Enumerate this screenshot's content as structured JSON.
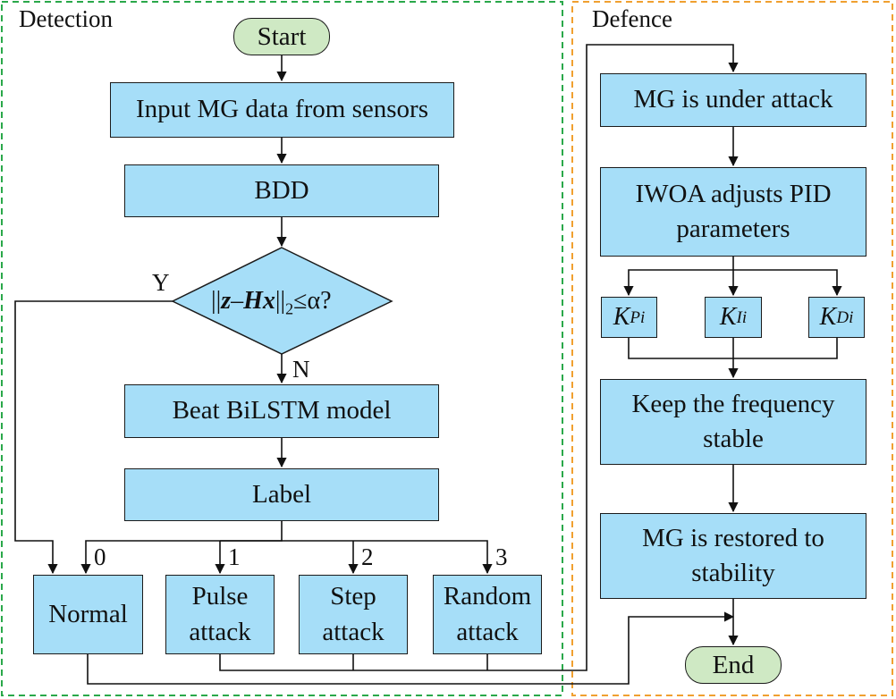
{
  "panels": {
    "detection": {
      "title": "Detection"
    },
    "defence": {
      "title": "Defence"
    }
  },
  "detection": {
    "start": "Start",
    "input": "Input MG data from sensors",
    "bdd": "BDD",
    "condition": {
      "open": "||",
      "z": "z",
      "minus": "–",
      "hx": "Hx",
      "close": "||",
      "sub": "2",
      "rest": "≤α?"
    },
    "yes_label": "Y",
    "no_label": "N",
    "model": "Beat BiLSTM model",
    "label": "Label",
    "outputs": [
      {
        "index": "0",
        "name": "Normal"
      },
      {
        "index": "1",
        "name": "Pulse attack"
      },
      {
        "index": "2",
        "name": "Step attack"
      },
      {
        "index": "3",
        "name": "Random attack"
      }
    ]
  },
  "defence": {
    "under_attack": "MG is under attack",
    "iwoa": "IWOA adjusts PID parameters",
    "gains": [
      {
        "base": "K",
        "sub": "Pi"
      },
      {
        "base": "K",
        "sub": "Ii"
      },
      {
        "base": "K",
        "sub": "Di"
      }
    ],
    "keep": "Keep the frequency stable",
    "restored": "MG is restored to stability",
    "end": "End"
  },
  "colors": {
    "process_fill": "#a6def8",
    "terminal_fill": "#cfe9c4",
    "detection_border": "#2aa84a",
    "defence_border": "#f0a030"
  }
}
